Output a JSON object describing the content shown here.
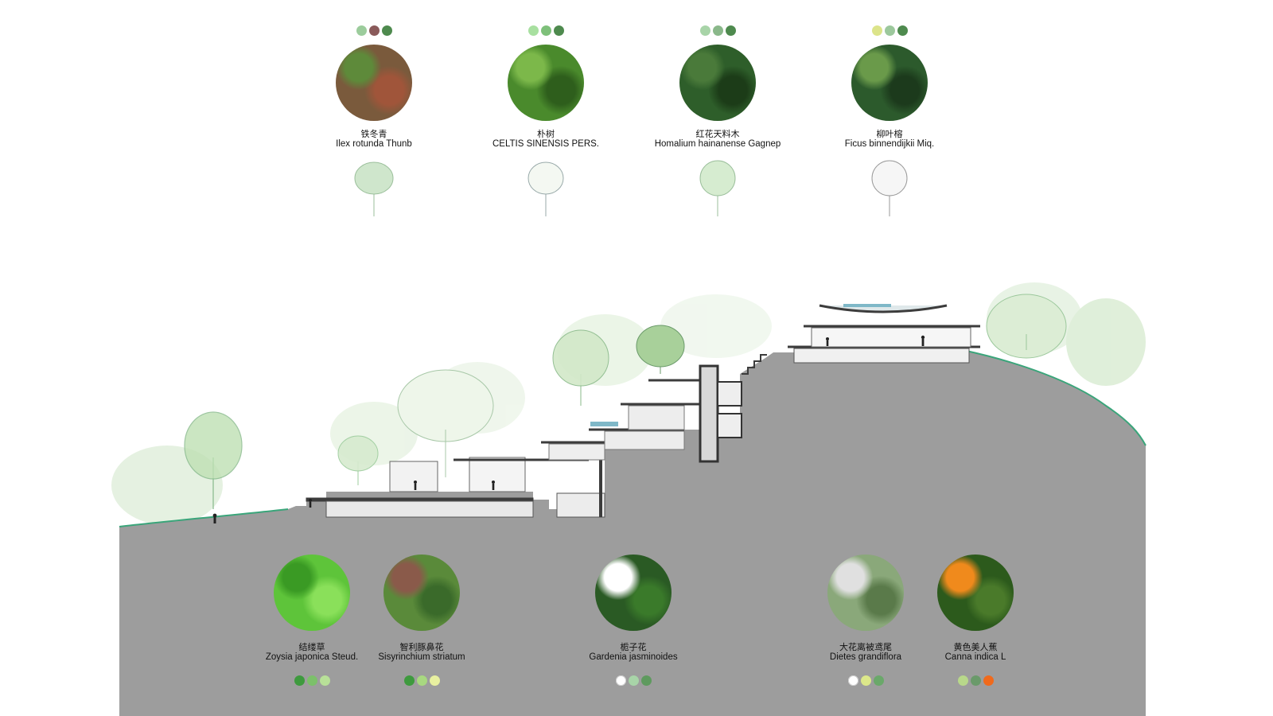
{
  "colors": {
    "ground": "#9d9d9d",
    "grass_line": "#3aa57a",
    "building_wall": "#3c3c3c",
    "pool": "#7fb8c8"
  },
  "trees": [
    {
      "cn": "铁冬青",
      "latin": "Ilex rotunda Thunb",
      "photo_colors": [
        "#7a5a3c",
        "#5e8a3a",
        "#a0553a"
      ],
      "dots": [
        "#9ccc9c",
        "#8a5a5a",
        "#4e8a4e"
      ]
    },
    {
      "cn": "朴树",
      "latin": "CELTIS SINENSIS PERS.",
      "photo_colors": [
        "#4a8a2c",
        "#7cb84a",
        "#2e5e1c"
      ],
      "dots": [
        "#a8e0a0",
        "#7ec07a",
        "#4e8a4e"
      ]
    },
    {
      "cn": "红花天料木",
      "latin": "Homalium hainanense Gagnep",
      "photo_colors": [
        "#2e5e2a",
        "#4a7a3a",
        "#1c3c18"
      ],
      "dots": [
        "#a8d4a8",
        "#8ab88a",
        "#4e8a4e"
      ]
    },
    {
      "cn": "柳叶榕",
      "latin": "Ficus binnendijkii Miq.",
      "photo_colors": [
        "#2c5a2c",
        "#6a9a4a",
        "#1c3a1c"
      ],
      "dots": [
        "#dce48a",
        "#9cc89c",
        "#4e8a4e"
      ]
    }
  ],
  "ground_plants": [
    {
      "cn": "结缕草",
      "latin": "Zoysia japonica Steud.",
      "photo_colors": [
        "#5ec43a",
        "#3a9a24",
        "#8ae05a"
      ],
      "dots": [
        "#3e9a3e",
        "#7cc06a",
        "#b8e098"
      ]
    },
    {
      "cn": "智利豚鼻花",
      "latin": "Sisyrinchium striatum",
      "photo_colors": [
        "#5a8a3a",
        "#8a5a4a",
        "#3a6a2a"
      ],
      "dots": [
        "#3e9a3e",
        "#a8d880",
        "#e8f0a0"
      ]
    },
    {
      "cn": "栀子花",
      "latin": "Gardenia jasminoides",
      "photo_colors": [
        "#2a5a24",
        "#ffffff",
        "#3a7a2a"
      ],
      "dots": [
        "#ffffff",
        "#a8d4a8",
        "#5e9a5e"
      ]
    },
    {
      "cn": "大花离被鸢尾",
      "latin": "Dietes grandiflora",
      "photo_colors": [
        "#8aa87a",
        "#e0e0e0",
        "#5a7a4a"
      ],
      "dots": [
        "#ffffff",
        "#dce88a",
        "#6aa86a"
      ]
    },
    {
      "cn": "黄色美人蕉",
      "latin": "Canna indica L",
      "photo_colors": [
        "#2c5a1c",
        "#f08a1c",
        "#4a7a2a"
      ],
      "dots": [
        "#b8d88a",
        "#6a9a6a",
        "#f06a1c"
      ]
    }
  ]
}
